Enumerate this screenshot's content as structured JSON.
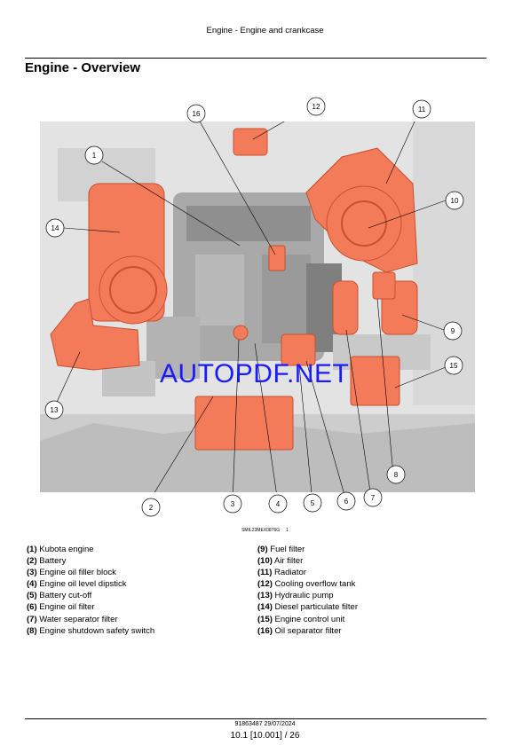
{
  "header": {
    "title": "Engine - Engine and crankcase"
  },
  "page_title": "Engine - Overview",
  "figure": {
    "id": "SMIL23MEX0876G",
    "number": "1",
    "callouts": [
      {
        "num": "1"
      },
      {
        "num": "2"
      },
      {
        "num": "3"
      },
      {
        "num": "4"
      },
      {
        "num": "5"
      },
      {
        "num": "6"
      },
      {
        "num": "7"
      },
      {
        "num": "8"
      },
      {
        "num": "9"
      },
      {
        "num": "10"
      },
      {
        "num": "11"
      },
      {
        "num": "12"
      },
      {
        "num": "13"
      },
      {
        "num": "14"
      },
      {
        "num": "15"
      },
      {
        "num": "16"
      }
    ],
    "highlight_color": "#f47b5a"
  },
  "watermark": "AUTOPDF.NET",
  "legend": [
    {
      "num": "(1)",
      "label": "Kubota engine"
    },
    {
      "num": "(2)",
      "label": "Battery"
    },
    {
      "num": "(3)",
      "label": "Engine oil filler block"
    },
    {
      "num": "(4)",
      "label": "Engine oil level dipstick"
    },
    {
      "num": "(5)",
      "label": "Battery cut-off"
    },
    {
      "num": "(6)",
      "label": "Engine oil filter"
    },
    {
      "num": "(7)",
      "label": "Water separator filter"
    },
    {
      "num": "(8)",
      "label": "Engine shutdown safety switch"
    },
    {
      "num": "(9)",
      "label": "Fuel filter"
    },
    {
      "num": "(10)",
      "label": "Air filter"
    },
    {
      "num": "(11)",
      "label": "Radiator"
    },
    {
      "num": "(12)",
      "label": "Cooling overflow tank"
    },
    {
      "num": "(13)",
      "label": "Hydraulic pump"
    },
    {
      "num": "(14)",
      "label": "Diesel particulate filter"
    },
    {
      "num": "(15)",
      "label": "Engine control unit"
    },
    {
      "num": "(16)",
      "label": "Oil separator filter"
    }
  ],
  "footer": {
    "doc": "91863487 29/07/2024",
    "page": "10.1 [10.001] / 26"
  }
}
